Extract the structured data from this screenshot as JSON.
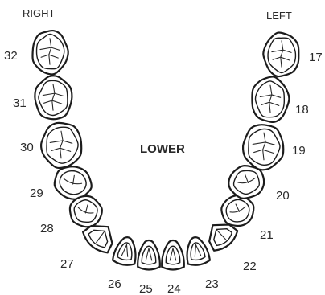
{
  "chart": {
    "side_right_label": "RIGHT",
    "side_left_label": "LEFT",
    "arch_label": "LOWER"
  },
  "teeth": [
    {
      "number": "32",
      "type": "molar"
    },
    {
      "number": "31",
      "type": "molar"
    },
    {
      "number": "30",
      "type": "molar"
    },
    {
      "number": "29",
      "type": "premolar"
    },
    {
      "number": "28",
      "type": "premolar"
    },
    {
      "number": "27",
      "type": "canine"
    },
    {
      "number": "26",
      "type": "incisor"
    },
    {
      "number": "25",
      "type": "incisor"
    },
    {
      "number": "24",
      "type": "incisor"
    },
    {
      "number": "23",
      "type": "incisor"
    },
    {
      "number": "22",
      "type": "canine"
    },
    {
      "number": "21",
      "type": "premolar"
    },
    {
      "number": "20",
      "type": "premolar"
    },
    {
      "number": "19",
      "type": "molar"
    },
    {
      "number": "18",
      "type": "molar"
    },
    {
      "number": "17",
      "type": "molar"
    }
  ]
}
